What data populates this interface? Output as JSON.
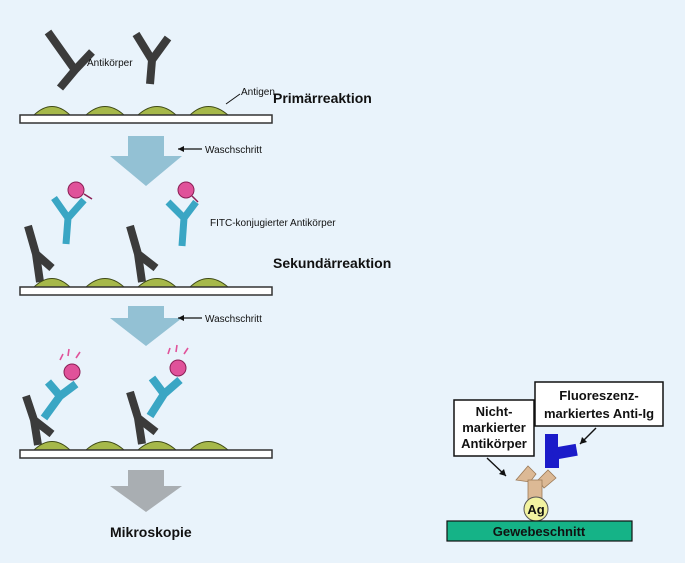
{
  "labels": {
    "antibody": "Antikörper",
    "antigen": "Antigen",
    "primary_reaction": "Primärreaktion",
    "wash_step_1": "Waschschritt",
    "fitc_antibody": "FITC-konjugierter Antikörper",
    "secondary_reaction": "Sekundärreaktion",
    "wash_step_2": "Waschschritt",
    "microscopy": "Mikroskopie"
  },
  "inset": {
    "unlabeled_antibody": [
      "Nicht-",
      "markierter",
      "Antikörper"
    ],
    "fluorescent_anti_ig": [
      "Fluoreszenz-",
      "markiertes Anti-Ig"
    ],
    "antigen_short": "Ag",
    "tissue_section": "Gewebeschnitt"
  },
  "colors": {
    "background": "#e9f3fb",
    "slide_fill": "#ffffff",
    "antigen_green": "#a6b84a",
    "primary_antibody": "#3b3b3b",
    "secondary_antibody": "#3aa6c4",
    "fitc_pink": "#e0529a",
    "arrow_blue": "#93c1d4",
    "arrow_gray": "#a9aeb2",
    "inset_antibody_tan": "#dcb995",
    "inset_anti_ig_blue": "#1b1bc9",
    "inset_antigen": "#f2f3a0",
    "tissue_green": "#15b387"
  }
}
